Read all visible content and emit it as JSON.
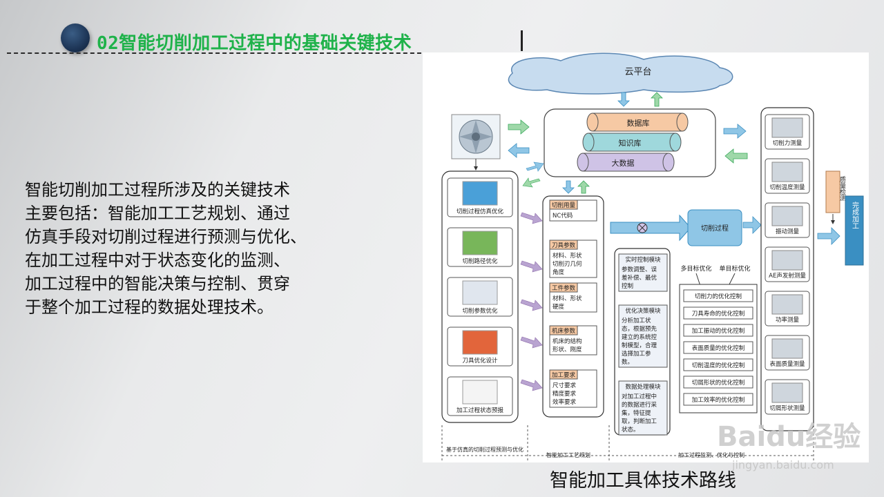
{
  "slide": {
    "title": "02智能切削加工过程中的基础关键技术",
    "body_lines": [
      "智能切削加工过程所涉及的关键技术",
      "主要包括：智能加工工艺规划、通过",
      "仿真手段对切削过程进行预测与优化、",
      "在加工过程中对于状态变化的监测、",
      "加工过程中的智能决策与控制、贯穿",
      "于整个加工过程的数据处理技术。"
    ],
    "caption": "智能加工具体技术路线"
  },
  "diagram": {
    "cloud": "云平台",
    "databases": [
      "数据库",
      "知识库",
      "大数据"
    ],
    "sim_items": [
      "切削过程仿真优化",
      "切削路径优化",
      "切削参数优化",
      "刀具优化设计",
      "加工过程状态预报"
    ],
    "params": {
      "cutting": {
        "title": "切削用量",
        "lines": [
          "NC代码"
        ]
      },
      "tool": {
        "title": "刀具参数",
        "lines": [
          "材料、形状",
          "切削刃几何",
          "角度"
        ]
      },
      "workpiece": {
        "title": "工件参数",
        "lines": [
          "材料、形状",
          "硬度"
        ]
      },
      "machine": {
        "title": "机床参数",
        "lines": [
          "机床的结构",
          "形状、刚度"
        ]
      },
      "requirement": {
        "title": "加工要求",
        "lines": [
          "尺寸要求",
          "精度要求",
          "效率要求"
        ]
      }
    },
    "cutting_process": "切削过程",
    "control": {
      "realtime": {
        "title": "实时控制模块",
        "lines": [
          "参数调整、误",
          "差补偿、最优",
          "控制"
        ]
      },
      "decision": {
        "title": "优化决策模块",
        "lines": [
          "分析加工状",
          "态，根据预先",
          "建立的系统控",
          "制模型，合理",
          "选择加工参",
          "数。"
        ]
      },
      "data": {
        "title": "数据处理模块",
        "lines": [
          "对加工过程中",
          "的数据进行采",
          "集，特征提",
          "取，判断加工",
          "状态。"
        ]
      }
    },
    "multi_obj": "多目标优化",
    "single_obj": "单目标优化",
    "opt_items": [
      "切削力的优化控制",
      "刀具寿命的优化控制",
      "加工振动的优化控制",
      "表面质量的优化控制",
      "切削温度的优化控制",
      "切屑形状的优化控制",
      "加工效率的优化控制"
    ],
    "measure_items": [
      "切削力测量",
      "切削温度测量",
      "振动测量",
      "AE声发射测量",
      "功率测量",
      "表面质量测量",
      "切屑形状测量"
    ],
    "quality": "质量检测",
    "finish": "完成加工",
    "footer": [
      "基于仿真的切削过程预测与优化",
      "智能加工工艺规划",
      "加工过程监测、优化与控制"
    ],
    "watermark": "Baidu经验",
    "watermark_url": "jingyan.baidu.com"
  },
  "colors": {
    "title": "#1fb24a",
    "accent_blue": "#3a8fc2",
    "arrow_green": "#37a85a",
    "arrow_purple": "#8c6aa8",
    "db_orange": "#f6c9a4",
    "db_teal": "#9fd8dc",
    "db_purple": "#cfc3e6"
  }
}
